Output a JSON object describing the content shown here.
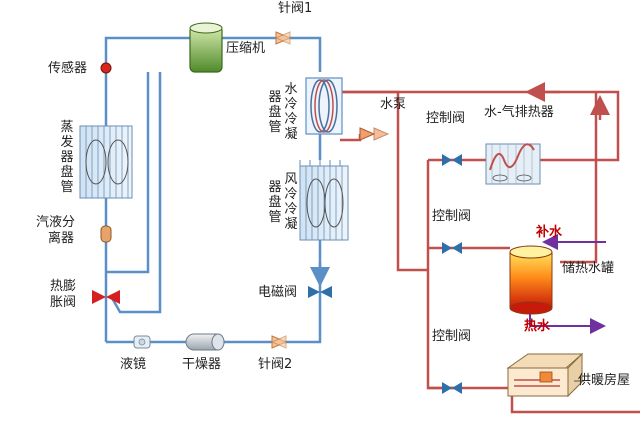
{
  "diagram": {
    "labels": {
      "needle_valve_1": "针阀1",
      "compressor": "压缩机",
      "sensor": "传感器",
      "evaporator_coil": "蒸发器盘管",
      "gas_liquid_separator_line1": "汽液分",
      "gas_liquid_separator_line2": "离器",
      "thermal_expansion_valve_line1": "热膨",
      "thermal_expansion_valve_line2": "胀阀",
      "sight_glass": "液镜",
      "dryer": "干燥器",
      "needle_valve_2": "针阀2",
      "solenoid_valve": "电磁阀",
      "water_cooled_condenser_coil_a": "水冷冷凝",
      "water_cooled_condenser_coil_b": "器盘管",
      "air_cooled_condenser_coil_a": "风冷冷凝",
      "air_cooled_condenser_coil_b": "器盘管",
      "water_pump": "水泵",
      "control_valve_1": "控制阀",
      "control_valve_2": "控制阀",
      "control_valve_3": "控制阀",
      "water_air_heat_exchanger": "水-气排热器",
      "makeup_water": "补水",
      "hot_water_tank": "储热水罐",
      "hot_water": "热水",
      "heated_house": "供暖房屋"
    },
    "colors": {
      "refrigerant_line": "#5b8fc7",
      "water_line": "#c0504d",
      "valve_blue": "#2f6fa8",
      "valve_red": "#c00000",
      "arrow_purple": "#7030a0"
    }
  }
}
